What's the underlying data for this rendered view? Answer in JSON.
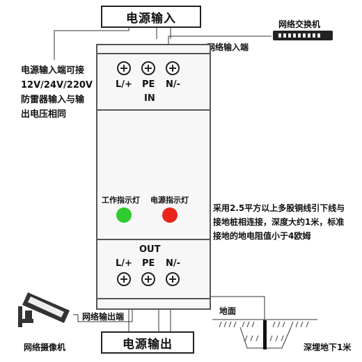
{
  "top_title": "电源输入",
  "bottom_title": "电源输出",
  "switch_label": "网络交换机",
  "net_in_label": "网络输入端",
  "net_out_label": "网络输出端",
  "camera_label": "网络摄像机",
  "input_note": [
    "电源输入端可接",
    "12V/24V/220V",
    "防雷器输入与输",
    "出电压相同"
  ],
  "in_terminals": [
    "L/+",
    "PE",
    "N/-"
  ],
  "in_label": "IN",
  "out_label": "OUT",
  "out_terminals": [
    "L/+",
    "PE",
    "N/-"
  ],
  "work_led_label": "工作指示灯",
  "power_led_label": "电源指示灯",
  "ground_note": [
    "采用2.5平方以上多股铜线引下线与",
    "接地桩相连接，深度大约1米，标准",
    "接地的地电阻值小于4欧姆"
  ],
  "ground_label": "地面",
  "buried_label": "深埋地下1米",
  "colors": {
    "work_led": "#2ecc2e",
    "power_led": "#e8241b"
  },
  "icons": [
    "terminal-plus-icon",
    "network-switch-icon",
    "camera-icon",
    "ground-rod-icon"
  ]
}
